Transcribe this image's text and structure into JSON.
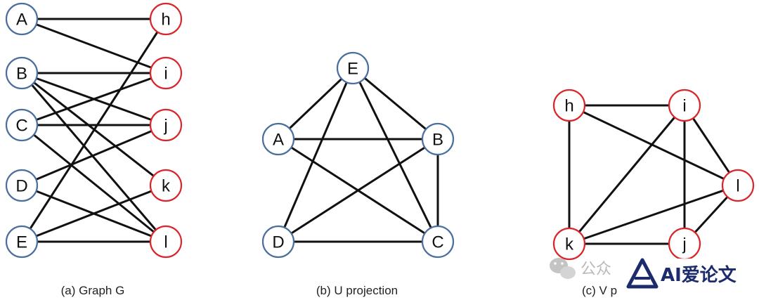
{
  "colors": {
    "u_node_stroke": "#4a6f9c",
    "v_node_stroke": "#d9262a",
    "edge": "#111111",
    "watermark_brand": "#1c2b6b",
    "watermark_gray": "#b9b9b9"
  },
  "panels": [
    {
      "id": "graph-g",
      "caption": "(a) Graph G",
      "nodes": [
        {
          "id": "A",
          "label": "A",
          "group": "U"
        },
        {
          "id": "B",
          "label": "B",
          "group": "U"
        },
        {
          "id": "C",
          "label": "C",
          "group": "U"
        },
        {
          "id": "D",
          "label": "D",
          "group": "U"
        },
        {
          "id": "E",
          "label": "E",
          "group": "U"
        },
        {
          "id": "h",
          "label": "h",
          "group": "V"
        },
        {
          "id": "i",
          "label": "i",
          "group": "V"
        },
        {
          "id": "j",
          "label": "j",
          "group": "V"
        },
        {
          "id": "k",
          "label": "k",
          "group": "V"
        },
        {
          "id": "l",
          "label": "l",
          "group": "V"
        }
      ],
      "edges": [
        [
          "A",
          "h"
        ],
        [
          "A",
          "i"
        ],
        [
          "B",
          "i"
        ],
        [
          "B",
          "j"
        ],
        [
          "B",
          "k"
        ],
        [
          "B",
          "l"
        ],
        [
          "C",
          "i"
        ],
        [
          "C",
          "j"
        ],
        [
          "C",
          "l"
        ],
        [
          "D",
          "j"
        ],
        [
          "D",
          "l"
        ],
        [
          "E",
          "h"
        ],
        [
          "E",
          "k"
        ],
        [
          "E",
          "l"
        ]
      ]
    },
    {
      "id": "u-projection",
      "caption": "(b) U projection",
      "nodes": [
        {
          "id": "E",
          "label": "E",
          "group": "U"
        },
        {
          "id": "A",
          "label": "A",
          "group": "U"
        },
        {
          "id": "B",
          "label": "B",
          "group": "U"
        },
        {
          "id": "D",
          "label": "D",
          "group": "U"
        },
        {
          "id": "C",
          "label": "C",
          "group": "U"
        }
      ],
      "edges": [
        [
          "E",
          "A"
        ],
        [
          "E",
          "B"
        ],
        [
          "E",
          "D"
        ],
        [
          "E",
          "C"
        ],
        [
          "A",
          "B"
        ],
        [
          "A",
          "C"
        ],
        [
          "B",
          "D"
        ],
        [
          "B",
          "C"
        ],
        [
          "D",
          "C"
        ]
      ]
    },
    {
      "id": "v-projection",
      "caption": "(c) V p",
      "nodes": [
        {
          "id": "h",
          "label": "h",
          "group": "V"
        },
        {
          "id": "i",
          "label": "i",
          "group": "V"
        },
        {
          "id": "l",
          "label": "l",
          "group": "V"
        },
        {
          "id": "k",
          "label": "k",
          "group": "V"
        },
        {
          "id": "j",
          "label": "j",
          "group": "V"
        }
      ],
      "edges": [
        [
          "h",
          "i"
        ],
        [
          "h",
          "k"
        ],
        [
          "h",
          "l"
        ],
        [
          "i",
          "k"
        ],
        [
          "i",
          "l"
        ],
        [
          "i",
          "j"
        ],
        [
          "k",
          "l"
        ],
        [
          "k",
          "j"
        ],
        [
          "j",
          "l"
        ]
      ]
    }
  ],
  "watermark": {
    "text": "公众",
    "brand": "AI爱论文"
  }
}
